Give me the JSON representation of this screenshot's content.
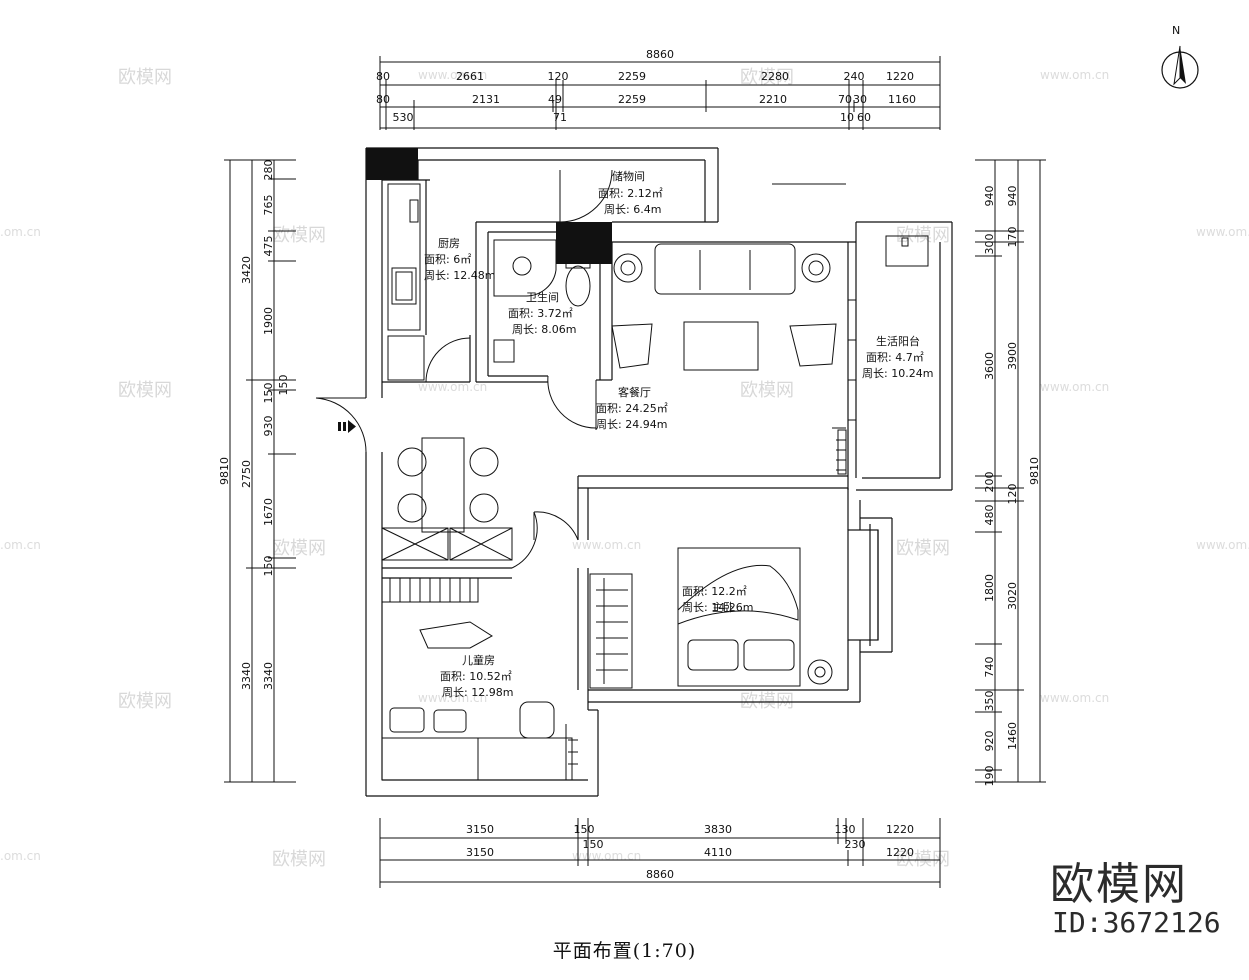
{
  "title": "平面布置(1:70)",
  "brand": {
    "name": "欧模网",
    "id": "ID:3672126"
  },
  "north_label": "N",
  "watermark": {
    "logo": "欧模网",
    "url": "www.om.cn",
    "short": ".om.cn"
  },
  "dims": {
    "top_total": "8860",
    "top_row1": [
      "80",
      "2661",
      "120",
      "2259",
      "2280",
      "240",
      "1220"
    ],
    "top_row2": [
      "80",
      "2131",
      "49",
      "2259",
      "2210",
      "70",
      "30",
      "1160"
    ],
    "top_row3": [
      "530",
      "71",
      "10",
      "60"
    ],
    "bottom_row1": [
      "3150",
      "150",
      "3830",
      "130",
      "1220"
    ],
    "bottom_row2": [
      "3150",
      "150",
      "4110",
      "230",
      "1220"
    ],
    "bottom_total": "8860",
    "left_outer": "9810",
    "left_mid": [
      "3420",
      "2750",
      "3340"
    ],
    "left_inner": [
      "280",
      "765",
      "475",
      "1900",
      "150",
      "150",
      "930",
      "1670",
      "150",
      "3340"
    ],
    "right_outer": "9810",
    "right_mid": [
      "940",
      "170",
      "3900",
      "120",
      "3020",
      "1460"
    ],
    "right_inner": [
      "940",
      "300",
      "3600",
      "200",
      "480",
      "1800",
      "740",
      "350",
      "920",
      "190"
    ]
  },
  "rooms": [
    {
      "key": "storage",
      "name": "储物间",
      "area": "面积: 2.12㎡",
      "perim": "周长: 6.4m"
    },
    {
      "key": "kitchen",
      "name": "厨房",
      "area": "面积: 6㎡",
      "perim": "周长: 12.48m"
    },
    {
      "key": "bath",
      "name": "卫生间",
      "area": "面积: 3.72㎡",
      "perim": "周长: 8.06m"
    },
    {
      "key": "living",
      "name": "客餐厅",
      "area": "面积: 24.25㎡",
      "perim": "周长: 24.94m"
    },
    {
      "key": "balcony",
      "name": "生活阳台",
      "area": "面积: 4.7㎡",
      "perim": "周长: 10.24m"
    },
    {
      "key": "master",
      "name": "主卧",
      "area": "面积: 12.2㎡",
      "perim": "周长: 14.26m"
    },
    {
      "key": "kids",
      "name": "儿童房",
      "area": "面积: 10.52㎡",
      "perim": "周长: 12.98m"
    }
  ]
}
